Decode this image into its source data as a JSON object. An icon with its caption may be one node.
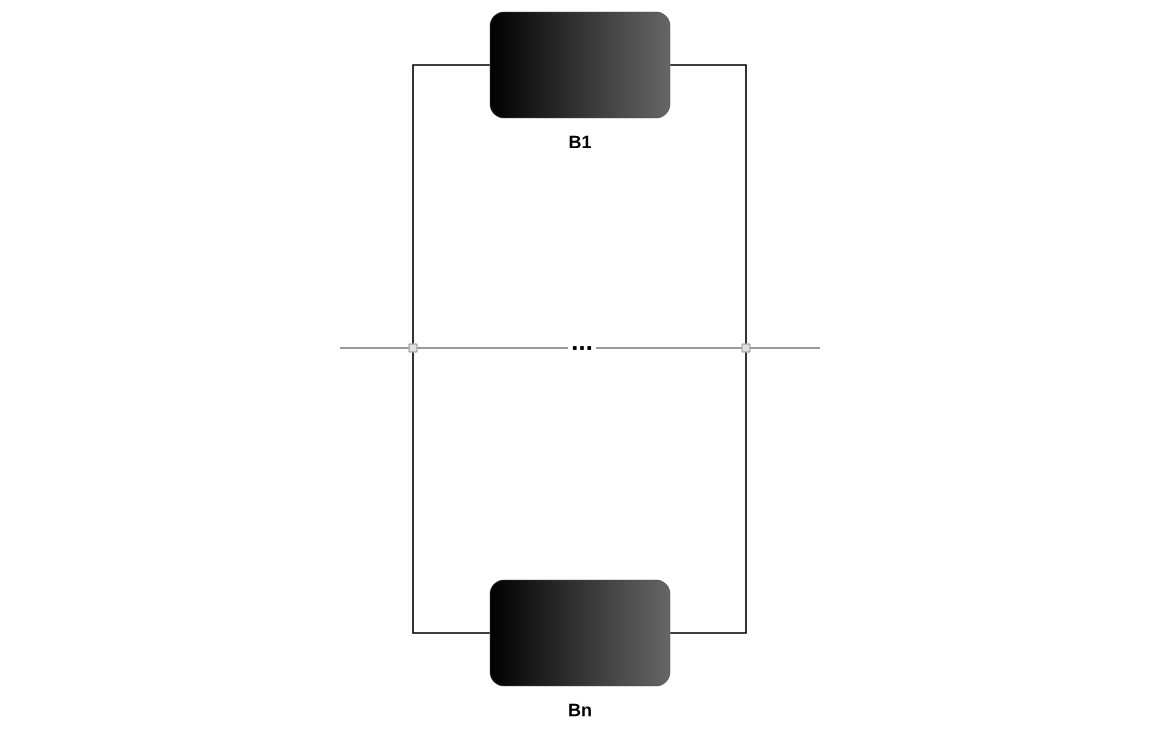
{
  "diagram": {
    "nodes": [
      {
        "text": [
          "B1"
        ]
      },
      {
        "text": [],
        "shape": "box"
      },
      {
        "text": [
          "..."
        ]
      },
      {
        "text": [],
        "shape": "box"
      },
      {
        "text": [
          "Bn"
        ]
      }
    ],
    "edges": [
      {
        "from": null,
        "to": 1,
        "arrow": "none",
        "color": "#777777"
      },
      {
        "from": 1,
        "to": 0,
        "arrow": "none",
        "color": "#000000"
      },
      {
        "from": 1,
        "to": 2,
        "arrow": "none",
        "color": "#777777"
      },
      {
        "from": 1,
        "to": 4,
        "arrow": "none",
        "color": "#000000"
      },
      {
        "from": 0,
        "to": 3,
        "arrow": "none",
        "color": "#000000"
      },
      {
        "from": 2,
        "to": 3,
        "arrow": "none",
        "color": "#777777"
      },
      {
        "from": 4,
        "to": 3,
        "arrow": "none",
        "color": "#000000"
      },
      {
        "from": 3,
        "to": null,
        "arrow": "none",
        "color": "#777777"
      }
    ]
  }
}
